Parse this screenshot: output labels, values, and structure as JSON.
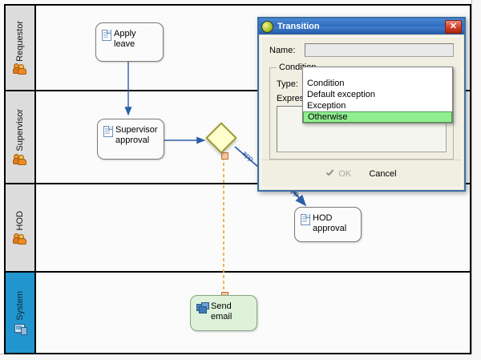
{
  "lanes": [
    {
      "label": "Requestor",
      "icon": "role-icon",
      "selected": false
    },
    {
      "label": "Supervisor",
      "icon": "role-icon",
      "selected": false
    },
    {
      "label": "HOD",
      "icon": "role-icon",
      "selected": false
    },
    {
      "label": "System",
      "icon": "system-icon",
      "selected": true
    }
  ],
  "nodes": [
    {
      "id": "apply-leave",
      "label": "Apply leave",
      "icon": "document-icon",
      "style": "task"
    },
    {
      "id": "supervisor-approval",
      "label": "Supervisor\napproval",
      "label_line1": "Supervisor",
      "label_line2": "approval",
      "icon": "document-icon",
      "style": "task"
    },
    {
      "id": "hod-approval",
      "label": "HOD approval",
      "icon": "document-icon",
      "style": "task"
    },
    {
      "id": "send-email",
      "label": "Send email",
      "icon": "mail-icon",
      "style": "task-green"
    }
  ],
  "gateway": {
    "id": "decision-gateway",
    "type": "exclusive",
    "fill": "#ffffcc",
    "stroke": "#999933"
  },
  "edges": [
    {
      "from": "apply-leave",
      "to": "supervisor-approval",
      "label": "",
      "style": "solid"
    },
    {
      "from": "supervisor-approval",
      "to": "decision-gateway",
      "label": "",
      "style": "solid"
    },
    {
      "from": "decision-gateway",
      "to": "branch-upper",
      "label": "app",
      "style": "solid"
    },
    {
      "from": "decision-gateway",
      "to": "hod-approval",
      "label": "app",
      "style": "solid"
    },
    {
      "from": "decision-gateway",
      "to": "send-email",
      "label": "",
      "style": "dashed"
    }
  ],
  "dialog": {
    "title": "Transition",
    "title_icon": "transition-icon",
    "close_icon": "close-icon",
    "name_label": "Name:",
    "name_value": "",
    "condition_legend": "Condition",
    "type_label": "Type:",
    "type_value": "Otherwise",
    "expression_label": "Expression:",
    "expression_value": "",
    "dropdown_icon": "chevron-down-icon",
    "ok_label": "OK",
    "ok_icon": "check-icon",
    "cancel_label": "Cancel",
    "dropdown_options": [
      {
        "label": "Condition",
        "selected": false
      },
      {
        "label": "Default exception",
        "selected": false
      },
      {
        "label": "Exception",
        "selected": false
      },
      {
        "label": "Otherwise",
        "selected": true
      }
    ]
  },
  "colors": {
    "accent": "#3b6ea5",
    "lane_selected": "#2196ce",
    "gateway_fill": "#ffffcc",
    "gateway_stroke": "#999933",
    "green_node": "#ddf2d9",
    "edge": "#2b5fa8",
    "dashed_edge": "#f0a93c",
    "dropdown_highlight": "#90ee90"
  }
}
